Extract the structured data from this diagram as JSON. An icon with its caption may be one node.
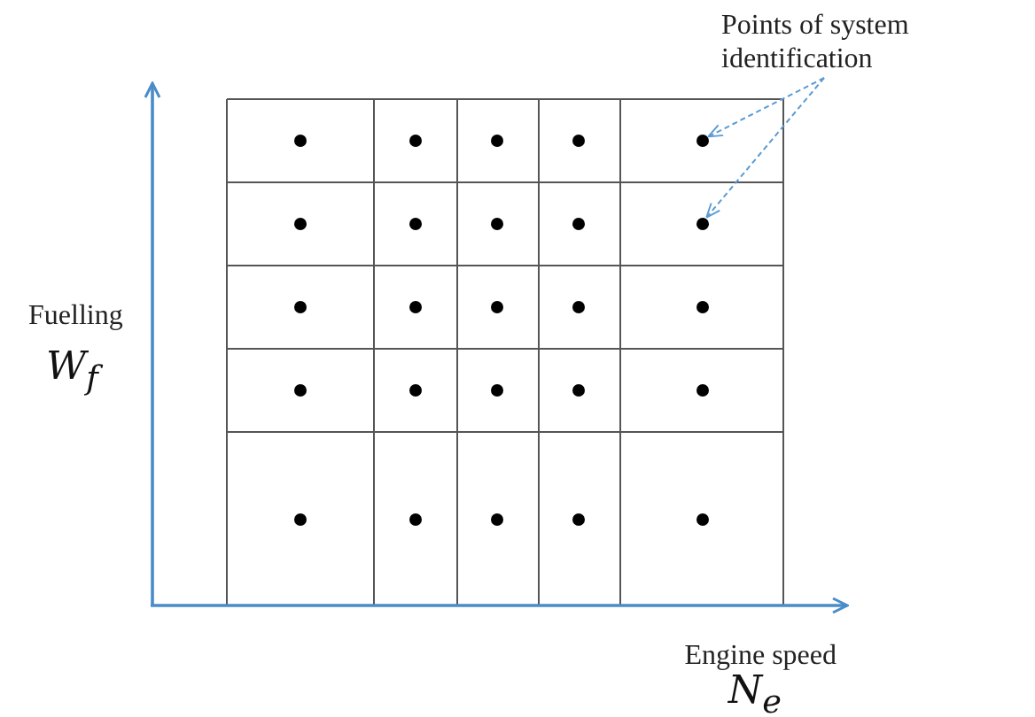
{
  "diagram": {
    "nodes": [
      {
        "text": [
          "Points of system identification"
        ]
      },
      {
        "text": [],
        "shape": "circle"
      },
      {
        "text": [],
        "shape": "circle"
      },
      {
        "text": [],
        "shape": "circle"
      },
      {
        "text": [],
        "shape": "circle"
      },
      {
        "text": [],
        "shape": "circle"
      },
      {
        "text": [],
        "shape": "circle"
      },
      {
        "text": [],
        "shape": "circle"
      },
      {
        "text": [],
        "shape": "circle"
      },
      {
        "text": [],
        "shape": "circle"
      },
      {
        "text": [],
        "shape": "circle"
      },
      {
        "text": [],
        "shape": "circle"
      },
      {
        "text": [],
        "shape": "circle"
      },
      {
        "text": [],
        "shape": "circle"
      },
      {
        "text": [],
        "shape": "circle"
      },
      {
        "text": [],
        "shape": "circle"
      },
      {
        "text": [],
        "shape": "circle"
      },
      {
        "text": [],
        "shape": "circle"
      },
      {
        "text": [],
        "shape": "circle"
      },
      {
        "text": [],
        "shape": "circle"
      },
      {
        "text": [],
        "shape": "circle"
      },
      {
        "text": [],
        "shape": "circle"
      },
      {
        "text": [],
        "shape": "circle"
      },
      {
        "text": [],
        "shape": "circle"
      },
      {
        "text": [],
        "shape": "circle"
      },
      {
        "text": [],
        "shape": "circle"
      }
    ],
    "edges": [
      {
        "from": 0,
        "to": 5,
        "arrow": "to",
        "style": "dashed"
      },
      {
        "from": 0,
        "to": 10,
        "arrow": "to",
        "style": "dashed"
      }
    ],
    "labels": [
      "Fuelling",
      "W$_{f}$",
      "Engine speed",
      "N$_{e}$"
    ]
  }
}
